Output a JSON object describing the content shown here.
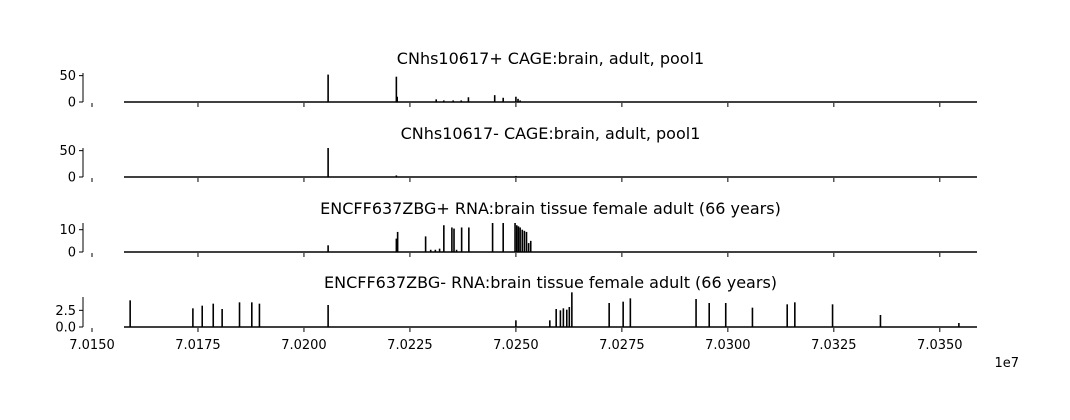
{
  "chart_data": {
    "type": "bar",
    "x_range": [
      70150000,
      70355000
    ],
    "x_tick_values": [
      70150000,
      70175000,
      70200000,
      70225000,
      70250000,
      70275000,
      70300000,
      70325000,
      70350000
    ],
    "x_tick_labels": [
      "7.0150",
      "7.0175",
      "7.0200",
      "7.0225",
      "7.0250",
      "7.0275",
      "7.0300",
      "7.0325",
      "7.0350"
    ],
    "x_offset_label": "1e7",
    "tracks": [
      {
        "title": "CNhs10617+ CAGE:brain, adult, pool1",
        "ylim": [
          0,
          55
        ],
        "y_ticks": [
          0,
          50
        ],
        "y_tick_labels": [
          "0",
          "50"
        ],
        "x": [
          70205700,
          70221800,
          70222000,
          70231200,
          70233000,
          70235200,
          70237100,
          70238800,
          70245000,
          70247000,
          70250000,
          70250500,
          70251000
        ],
        "y": [
          52,
          48,
          10,
          5,
          3,
          3,
          3,
          9,
          13,
          8,
          10,
          6,
          3
        ]
      },
      {
        "title": "CNhs10617- CAGE:brain, adult, pool1",
        "ylim": [
          0,
          55
        ],
        "y_ticks": [
          0,
          50
        ],
        "y_tick_labels": [
          "0",
          "50"
        ],
        "x": [
          70205700,
          70221800,
          70250000
        ],
        "y": [
          55,
          3,
          2
        ]
      },
      {
        "title": "ENCFF637ZBG+ RNA:brain tissue female adult (66 years)",
        "ylim": [
          0,
          13
        ],
        "y_ticks": [
          0,
          10
        ],
        "y_tick_labels": [
          "0",
          "10"
        ],
        "x": [
          70205700,
          70221800,
          70222100,
          70228700,
          70229900,
          70231000,
          70232000,
          70233000,
          70234900,
          70235400,
          70236000,
          70237200,
          70238900,
          70244500,
          70247000,
          70249800,
          70250200,
          70250600,
          70251000,
          70251500,
          70252000,
          70252500,
          70253000,
          70253500
        ],
        "y": [
          3,
          6,
          9,
          7,
          1,
          1,
          1.5,
          12,
          11,
          10.5,
          1,
          11,
          11,
          13,
          13,
          13,
          12,
          11.5,
          11,
          10,
          9.5,
          9,
          4,
          5
        ]
      },
      {
        "title": "ENCFF637ZBG- RNA:brain tissue female adult (66 years)",
        "ylim": [
          0,
          4.5
        ],
        "y_ticks": [
          0,
          2.5
        ],
        "y_tick_labels": [
          "0.0",
          "2.5"
        ],
        "x": [
          70159000,
          70173800,
          70176000,
          70178600,
          70180700,
          70184800,
          70187700,
          70189500,
          70205700,
          70250000,
          70258000,
          70259500,
          70260500,
          70261200,
          70262000,
          70262600,
          70263200,
          70272000,
          70275300,
          70277000,
          70292500,
          70295600,
          70299500,
          70305800,
          70314000,
          70315800,
          70324700,
          70336000,
          70354500
        ],
        "y": [
          4,
          2.8,
          3.2,
          3.5,
          2.7,
          3.7,
          3.7,
          3.5,
          3.3,
          1,
          1,
          2.7,
          2.5,
          2.8,
          2.6,
          3,
          5.2,
          3.6,
          3.8,
          4.3,
          4.2,
          3.6,
          3.6,
          2.9,
          3.4,
          3.7,
          3.4,
          1.8,
          0.6
        ]
      }
    ]
  }
}
